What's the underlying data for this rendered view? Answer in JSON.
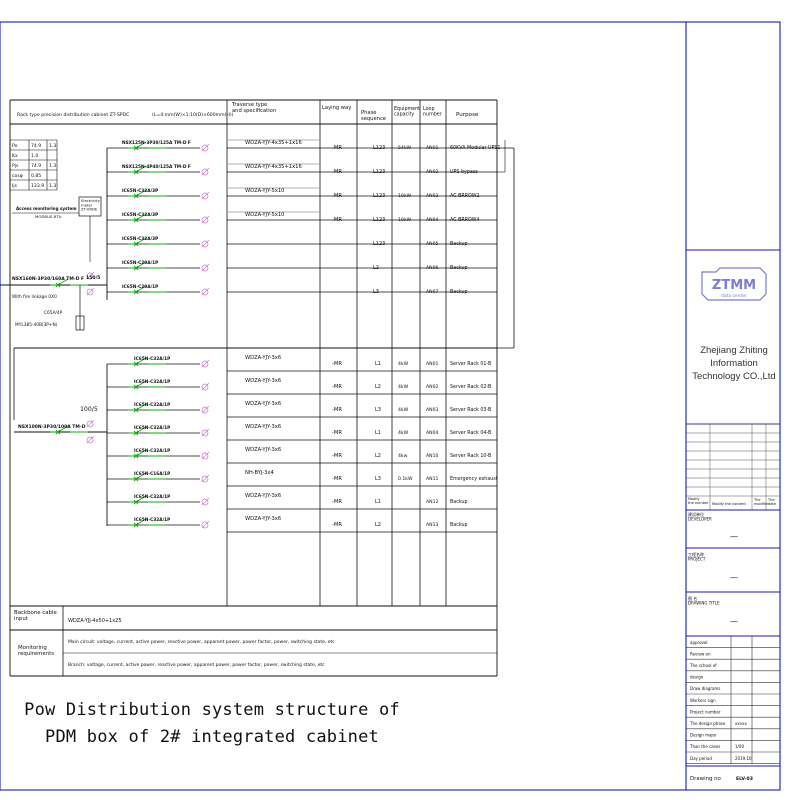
{
  "title_line1": "Pow Distribution system structure of",
  "title_line2": "PDM box of 2# integrated cabinet",
  "cabinet_label": "Rack type precision distribution cabinet ZT-SPDC",
  "cabinet_dims": "(L=4:mm(W)×1:10(D)×600mm(H))",
  "headers": {
    "spec": "Traverse type\nand specification",
    "laying": "Laying way",
    "phase": "Phase\nsequence",
    "capacity": "Equipment\ncapacity",
    "loop": "Loop\nnumber",
    "purpose": "Purpose"
  },
  "params": [
    {
      "k": "Pe",
      "v": "74.9",
      "u": "1.3"
    },
    {
      "k": "Kx",
      "v": "1.0",
      "u": ""
    },
    {
      "k": "Pjs",
      "v": "74.9",
      "u": "1.3"
    },
    {
      "k": "cosφ",
      "v": "0.85",
      "u": ""
    },
    {
      "k": "Ijs",
      "v": "133.9",
      "u": "1.3"
    }
  ],
  "access_label": "Access monitoring system",
  "access_sub": "MODBUS-RTU",
  "meter_label": "Electricity\nmeter\nZT-VRDE",
  "ct_upper": "150/5",
  "main_breaker_upper": "NSX160N-3P30/160A TM-D F",
  "fire_linkage": "With fire linkage 0X0",
  "spd_label1": "C65A/4P",
  "spd_label2": "MYL385-40B(3P+N)",
  "ct_lower": "100/5",
  "main_breaker_lower": "NSX100N-3P30/100A TM-D",
  "upper_circuits": [
    {
      "breaker": "NSX125N-3P30/125A TM-D F",
      "cable": "WDZA-YJY-4x35+1x16",
      "lay": "-MR",
      "phase": "L123",
      "cap": "54kW",
      "loop": "AN01",
      "purpose": "60KVA Modular UPS1"
    },
    {
      "breaker": "NSX125N-4P40/125A TM-D F",
      "cable": "WDZA-YJY-4x35+1x16",
      "lay": "-MR",
      "phase": "L123",
      "cap": "",
      "loop": "AN02",
      "purpose": "UPS bypass"
    },
    {
      "breaker": "IC65N-C32A/3P",
      "cable": "WDZA-YJY-5x10",
      "lay": "-MR",
      "phase": "L123",
      "cap": "10kW",
      "loop": "AN03",
      "purpose": "AC BRROW2"
    },
    {
      "breaker": "IC65N-C32A/3P",
      "cable": "WDZA-YJY-5x10",
      "lay": "-MR",
      "phase": "L123",
      "cap": "10kW",
      "loop": "AN04",
      "purpose": "AC BRROW4"
    },
    {
      "breaker": "IC65N-C32A/3P",
      "cable": "",
      "lay": "",
      "phase": "L123",
      "cap": "",
      "loop": "AN05",
      "purpose": "Backup"
    },
    {
      "breaker": "IC65N-C20A/1P",
      "cable": "",
      "lay": "",
      "phase": "L2",
      "cap": "",
      "loop": "AN06",
      "purpose": "Backup"
    },
    {
      "breaker": "IC65N-C20A/1P",
      "cable": "",
      "lay": "",
      "phase": "L3",
      "cap": "",
      "loop": "AN07",
      "purpose": "Backup"
    }
  ],
  "lower_circuits": [
    {
      "breaker": "IC65N-C32A/1P",
      "cable": "WDZA-YJY-3x6",
      "lay": "-MR",
      "phase": "L1",
      "cap": "4kW",
      "loop": "AN01",
      "purpose": "Server Rack 01-B"
    },
    {
      "breaker": "IC65N-C32A/1P",
      "cable": "WDZA-YJY-3x6",
      "lay": "-MR",
      "phase": "L2",
      "cap": "4kW",
      "loop": "AN02",
      "purpose": "Server Rack 02-B"
    },
    {
      "breaker": "IC65N-C32A/1P",
      "cable": "WDZA-YJY-3x6",
      "lay": "-MR",
      "phase": "L3",
      "cap": "4kW",
      "loop": "AN03",
      "purpose": "Server Rack 03-B"
    },
    {
      "breaker": "IC65N-C32A/1P",
      "cable": "WDZA-YJY-3x6",
      "lay": "-MR",
      "phase": "L1",
      "cap": "4kW",
      "loop": "AN04",
      "purpose": "Server Rack 04-B"
    },
    {
      "breaker": "IC65N-C32A/1P",
      "cable": "WDZA-YJY-3x6",
      "lay": "-MR",
      "phase": "L2",
      "cap": "4kw",
      "loop": "AN10",
      "purpose": "Server Rack 10-B"
    },
    {
      "breaker": "IC65N-C16A/1P",
      "cable": "NH-BYJ-3x4",
      "lay": "-MR",
      "phase": "L3",
      "cap": "0.1kW",
      "loop": "AN11",
      "purpose": "Emergency exhaust"
    },
    {
      "breaker": "IC65N-C32A/1P",
      "cable": "WDZA-YJY-3x6",
      "lay": "-MR",
      "phase": "L1",
      "cap": "",
      "loop": "AN12",
      "purpose": "Backup"
    },
    {
      "breaker": "IC65N-C32A/1P",
      "cable": "WDZA-YJY-3x6",
      "lay": "-MR",
      "phase": "L2",
      "cap": "",
      "loop": "AN13",
      "purpose": "Backup"
    }
  ],
  "backbone_label": "Backbone cable\ninput",
  "backbone_value": "WDZA-YJJ-4x50+1x25",
  "monitoring_label": "Monitoring\nrequirements",
  "monitoring_main": "Main circuit: voltage, current, active power, reactive power, apparent power, power factor, power, switching state, etc",
  "monitoring_branch": "Branch: voltage, current, active power, reactive power, apparent power, power factor, power, switching state, etc",
  "logo_text": "ZTMM",
  "logo_sub": "data center",
  "company_line1": "Zhejiang Zhiting",
  "company_line2": "Information",
  "company_line3": "Technology CO.,Ltd",
  "revision_headers": [
    "Modify\nthe number",
    "Modify the content",
    "The\nmodifier",
    "The\ndate"
  ],
  "developer_label": "建设单位\nDEVELOPER",
  "project_label": "工程名称\nPROJECT",
  "drawing_title_label": "图 名\nDRAWING TITLE",
  "placeholder_dash": "—",
  "approval_rows": [
    {
      "label": "approval",
      "value": ""
    },
    {
      "label": "Review on",
      "value": ""
    },
    {
      "label": "The school of",
      "value": ""
    },
    {
      "label": "design",
      "value": ""
    },
    {
      "label": "Draw diagrams",
      "value": ""
    },
    {
      "label": "Workers sign",
      "value": ""
    },
    {
      "label": "Project number",
      "value": ""
    },
    {
      "label": "The design phase",
      "value": "xxxxx"
    },
    {
      "label": "Design major",
      "value": ""
    },
    {
      "label": "Than the cases",
      "value": "1/00"
    },
    {
      "label": "Day period",
      "value": "2019.10"
    }
  ],
  "drawing_no_label": "Drawing no",
  "drawing_no_value": "ELV-03"
}
